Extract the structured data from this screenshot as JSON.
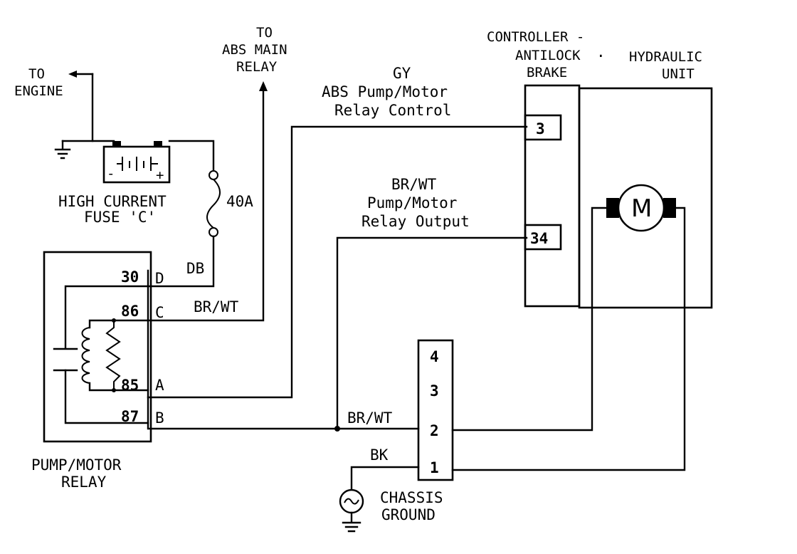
{
  "labels": {
    "to_engine": [
      "TO",
      "ENGINE"
    ],
    "to_abs_main_relay": [
      "TO",
      "ABS MAIN",
      "RELAY"
    ],
    "controller": [
      "CONTROLLER -",
      "ANTILOCK",
      "BRAKE"
    ],
    "hydraulic_unit": [
      "HYDRAULIC",
      "UNIT"
    ],
    "gy_wire": [
      "GY",
      "ABS Pump/Motor",
      "Relay Control"
    ],
    "brwt_output": [
      "BR/WT",
      "Pump/Motor",
      "Relay Output"
    ],
    "fuse": [
      "HIGH CURRENT",
      "FUSE 'C'"
    ],
    "fuse_rating": "40A",
    "db_wire": "DB",
    "brwt_wire_c": "BR/WT",
    "brwt_wire_b": "BR/WT",
    "bk_wire": "BK",
    "pump_motor_relay": [
      "PUMP/MOTOR",
      "RELAY"
    ],
    "chassis_ground": [
      "CHASSIS",
      "GROUND"
    ],
    "motor_symbol": "M",
    "controller_pins": [
      "3",
      "34"
    ],
    "relay_pins": [
      {
        "num": "30",
        "letter": "D"
      },
      {
        "num": "86",
        "letter": "C"
      },
      {
        "num": "85",
        "letter": "A"
      },
      {
        "num": "87",
        "letter": "B"
      }
    ],
    "connector_pins": [
      "4",
      "3",
      "2",
      "1"
    ],
    "battery_minus": "-",
    "battery_plus": "+"
  }
}
